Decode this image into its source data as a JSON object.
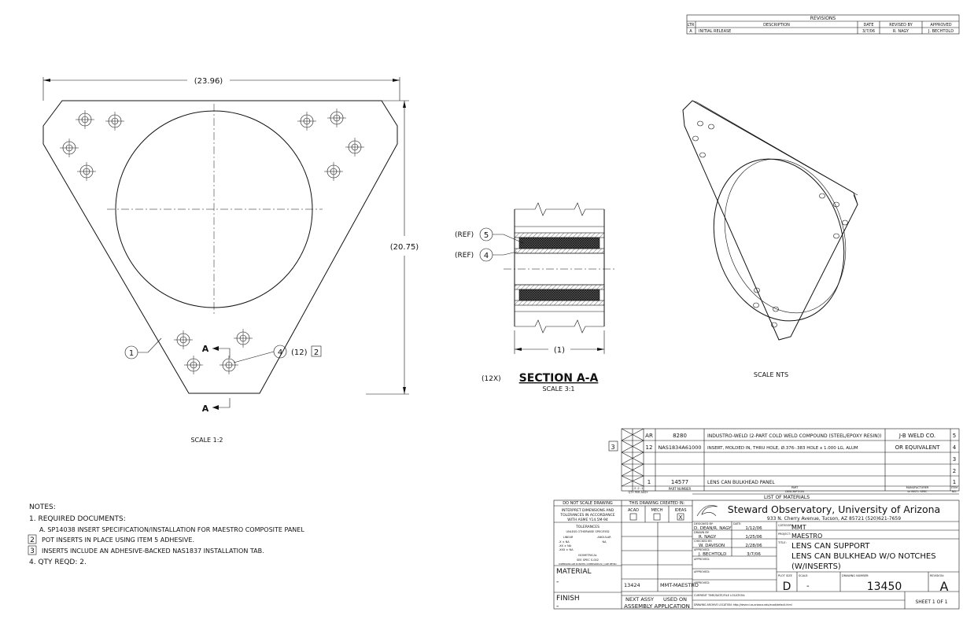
{
  "revisions": {
    "title": "REVISIONS",
    "headers": [
      "LTR",
      "DESCRIPTION",
      "DATE",
      "REVISED BY",
      "APPROVED"
    ],
    "row": [
      "A",
      "INITIAL RELEASE",
      "3/7/06",
      "R. NAGY",
      "J. BECHTOLD"
    ]
  },
  "front_view": {
    "width_dim": "(23.96)",
    "height_dim": "(20.75)",
    "callout_item": "1",
    "callout_insert": "4",
    "insert_qty": "(12)",
    "insert_note": "2",
    "section_letter": "A",
    "scale": "SCALE 1:2"
  },
  "section": {
    "ref5": "(REF)",
    "ref5_num": "5",
    "ref4": "(REF)",
    "ref4_num": "4",
    "width_dim": "(1)",
    "qty": "(12X)",
    "title": "SECTION A-A",
    "scale": "SCALE 3:1"
  },
  "iso": {
    "scale": "SCALE NTS"
  },
  "notes": {
    "title": "NOTES:",
    "n1": "1. REQUIRED DOCUMENTS:",
    "n1a": "A. SP14038 INSERT SPECIFICATION/INSTALLATION FOR MAESTRO COMPOSITE PANEL",
    "n2_num": "2",
    "n2": "POT INSERTS IN PLACE USING ITEM 5 ADHESIVE.",
    "n3_num": "3",
    "n3": "INSERTS INCLUDE AN ADHESIVE-BACKED NAS1837 INSTALLATION TAB.",
    "n4": "4. QTY REQD: 2."
  },
  "bom": {
    "title": "LIST OF MATERIALS",
    "rows": [
      {
        "note": "",
        "qty": "AR",
        "part": "8280",
        "desc": "INDUSTRO-WELD (2-PART COLD WELD COMPOUND (STEEL/EPOXY RESIN))",
        "mfr": "J-B WELD CO.",
        "item": "5"
      },
      {
        "note": "3",
        "qty": "12",
        "part": "NAS1834A61000",
        "desc": "INSERT, MOLDED IN, THRU HOLE, Ø.376-.383 HOLE x 1.000 LG, ALUM",
        "mfr": "OR EQUIVALENT",
        "item": "4"
      },
      {
        "note": "",
        "qty": "",
        "part": "",
        "desc": "",
        "mfr": "",
        "item": "3"
      },
      {
        "note": "",
        "qty": "",
        "part": "",
        "desc": "",
        "mfr": "",
        "item": "2"
      },
      {
        "note": "",
        "qty": "1",
        "part": "14577",
        "desc": "LENS CAN BULKHEAD PANEL",
        "mfr": "",
        "item": "1"
      }
    ],
    "h_qty": "QTY PER ASSY",
    "h_dash": "-3  -2  -1",
    "h_part": "PART NUMBER",
    "h_desc1": "PART",
    "h_desc2": "DESCRIPTION",
    "h_mfr1": "MANUFACTURER",
    "h_mfr2": "or MAT'L SPEC",
    "h_item1": "ITEM",
    "h_item2": "NO."
  },
  "title_block": {
    "dns": "DO NOT SCALE DRAWING",
    "interp1": "INTERPRET DIMENSIONS AND",
    "interp2": "TOLERANCES IN ACCORDANCE",
    "interp3": "WITH ASME Y14.5M-94",
    "tol_title": "TOLERANCES",
    "tol_sub": "UNLESS OTHERWISE SPECIFIED",
    "tol_lin": "LINEAR",
    "tol_ang": "ANGULAR",
    "tol_x": ".X    ± NA",
    "tol_xx": ".XX   ± NA",
    "tol_xxx": ".XXX  ± NA",
    "tol_angv": "NA",
    "iso1": "ISOMETRICAL",
    "iso2": "SEE SPEC S-002",
    "dims": "DIMENSIONS ARE IN INCHES / DIMENSIONS IN [ ] ARE METRIC",
    "material": "MATERIAL",
    "material_val": "-",
    "finish": "FINISH",
    "finish_val": "-",
    "created": "THIS DRAWING CREATED IN:",
    "cad": [
      "ACAD",
      "MECH",
      "IDEAS"
    ],
    "nextassy_val": "13424",
    "usedon_val": "MMT-MAESTRO",
    "next_assy": "NEXT ASSY",
    "used_on": "USED ON",
    "assy_app": "ASSEMBLY APPLICATION",
    "org": "Steward Observatory, University of Arizona",
    "addr": "933 N. Cherry Avenue, Tucson, AZ  85721   (520)621-7659",
    "designed_lbl": "DESIGNED BY:",
    "designed": "D. DEAN/R. NAGY",
    "date_lbl": "DATE:",
    "designed_date": "1/12/06",
    "drawn_lbl": "DRAWN BY:",
    "drawn": "R. NAGY",
    "drawn_date": "1/25/06",
    "checked_lbl": "CHECKED BY:",
    "checked": "W. DAVISON",
    "checked_date": "2/28/06",
    "approved_lbl": "APPROVED:",
    "approved": "J. BECHTOLD",
    "approved_date": "3/7/06",
    "category_lbl": "CATEGORY:",
    "category": "MMT",
    "project_lbl": "PROJECT:",
    "project": "MAESTRO",
    "title_lbl": "TITLE:",
    "title1": "LENS CAN SUPPORT",
    "title2": "LENS CAN BULKHEAD W/O NOTCHES",
    "title3": "(W/INSERTS)",
    "plot_lbl": "PLOT SIZE",
    "plot": "D",
    "scale_lbl": "SCALE:",
    "scale": "-",
    "dwg_lbl": "DRAWING NUMBER:",
    "dwg": "13450",
    "rev_lbl": "REVISION:",
    "rev": "A",
    "curtime": "CURRENT TIME/DATE/FILE LOCATION:",
    "archive": "DRAWING ARCHIVE LOCATION: http://devinci.as.arizona.edu/ecad/default.html",
    "sheet": "SHEET 1 OF 1"
  }
}
